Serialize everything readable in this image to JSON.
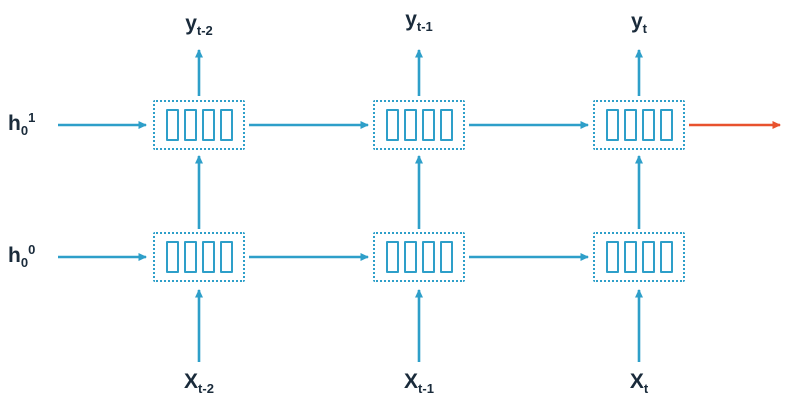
{
  "diagram": {
    "description": "Unrolled two-layer recurrent neural network across three time steps"
  },
  "colors": {
    "node_border": "#2E9FC9",
    "arrow": "#2E9FC9",
    "final_arrow": "#E8522E",
    "text": "#1A2B3B"
  },
  "labels": {
    "h1": {
      "base": "h",
      "sub": "0",
      "sup": "1"
    },
    "h0": {
      "base": "h",
      "sub": "0",
      "sup": "0"
    },
    "y": [
      {
        "base": "y",
        "sub": "t-2"
      },
      {
        "base": "y",
        "sub": "t-1"
      },
      {
        "base": "y",
        "sub": "t"
      }
    ],
    "x": [
      {
        "base": "X",
        "sub": "t-2"
      },
      {
        "base": "X",
        "sub": "t-1"
      },
      {
        "base": "X",
        "sub": "t"
      }
    ]
  }
}
